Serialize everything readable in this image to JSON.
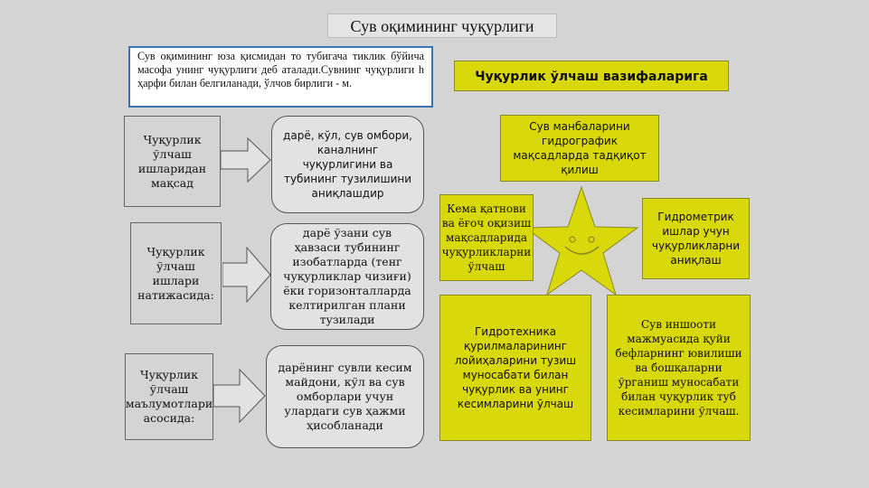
{
  "title": "Сув оқимининг чуқурлиги",
  "definition": "Сув оқимининг юза қисмидан то тубигача тиклик бўйича масофа унинг чуқурлиги деб аталади.Сувнинг чуқурлиги h ҳарфи билан белгиланади, ўлчов бирлиги - м.",
  "rows": [
    {
      "label": "Чуқурлик ўлчаш ишларидан мақсад",
      "result": "дарё, кўл, сув омбори, каналнинг чуқурлигини ва тубининг тузилишини аниқлашдир"
    },
    {
      "label": "Чуқурлик ўлчаш ишлари натижасида:",
      "result": "дарё ўзани сув ҳавзаси тубининг изобатларда (тенг чуқурликлар чизиғи) ёки горизонталларда келтирилган плани тузилади"
    },
    {
      "label": "Чуқурлик ўлчаш маълумотлари асосида:",
      "result": "дарёнинг сувли кесим майдони, кўл ва сув омборлари учун улардаги сув ҳажми ҳисобланади"
    }
  ],
  "tasks": {
    "header": "Чуқурлик ўлчаш вазифаларига",
    "top": "Сув манбаларини гидрографик мақсадларда тадқиқот қилиш",
    "left": "Кема қатнови ва ёғоч оқизиш мақсадларида чуқурликларни ўлчаш",
    "right": "Гидрометрик ишлар учун чуқурликларни аниқлаш",
    "bottom_left": "Гидротехника қурилмаларининг лойиҳаларини тузиш муносабати билан чуқурлик ва унинг кесимларини ўлчаш",
    "bottom_right": "Сув иншооти мажмуасида қуйи бефларнинг ювилиши ва бошқаларни ўрганиш муносабати билан чуқурлик туб кесимларини ўлчаш."
  },
  "colors": {
    "background": "#d4d4d4",
    "yellow": "#d9d80a",
    "definition_border": "#3b74ad"
  },
  "icons": [
    "right-arrow-icon",
    "smiling-star-icon"
  ]
}
